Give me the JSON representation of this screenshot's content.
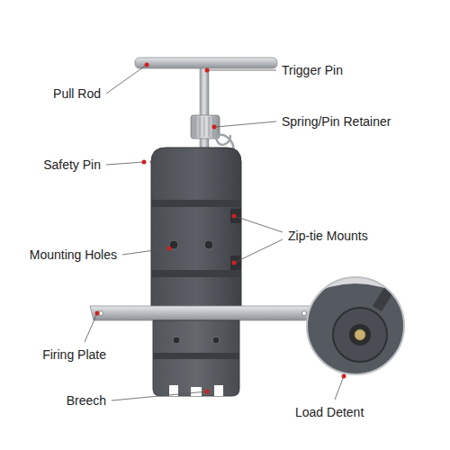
{
  "diagram": {
    "labels": [
      "Pull Rod",
      "Trigger Pin",
      "Spring/Pin Retainer",
      "Safety Pin",
      "Zip-tie Mounts",
      "Mounting Holes",
      "Firing Plate",
      "Breech",
      "Load Detent"
    ]
  }
}
